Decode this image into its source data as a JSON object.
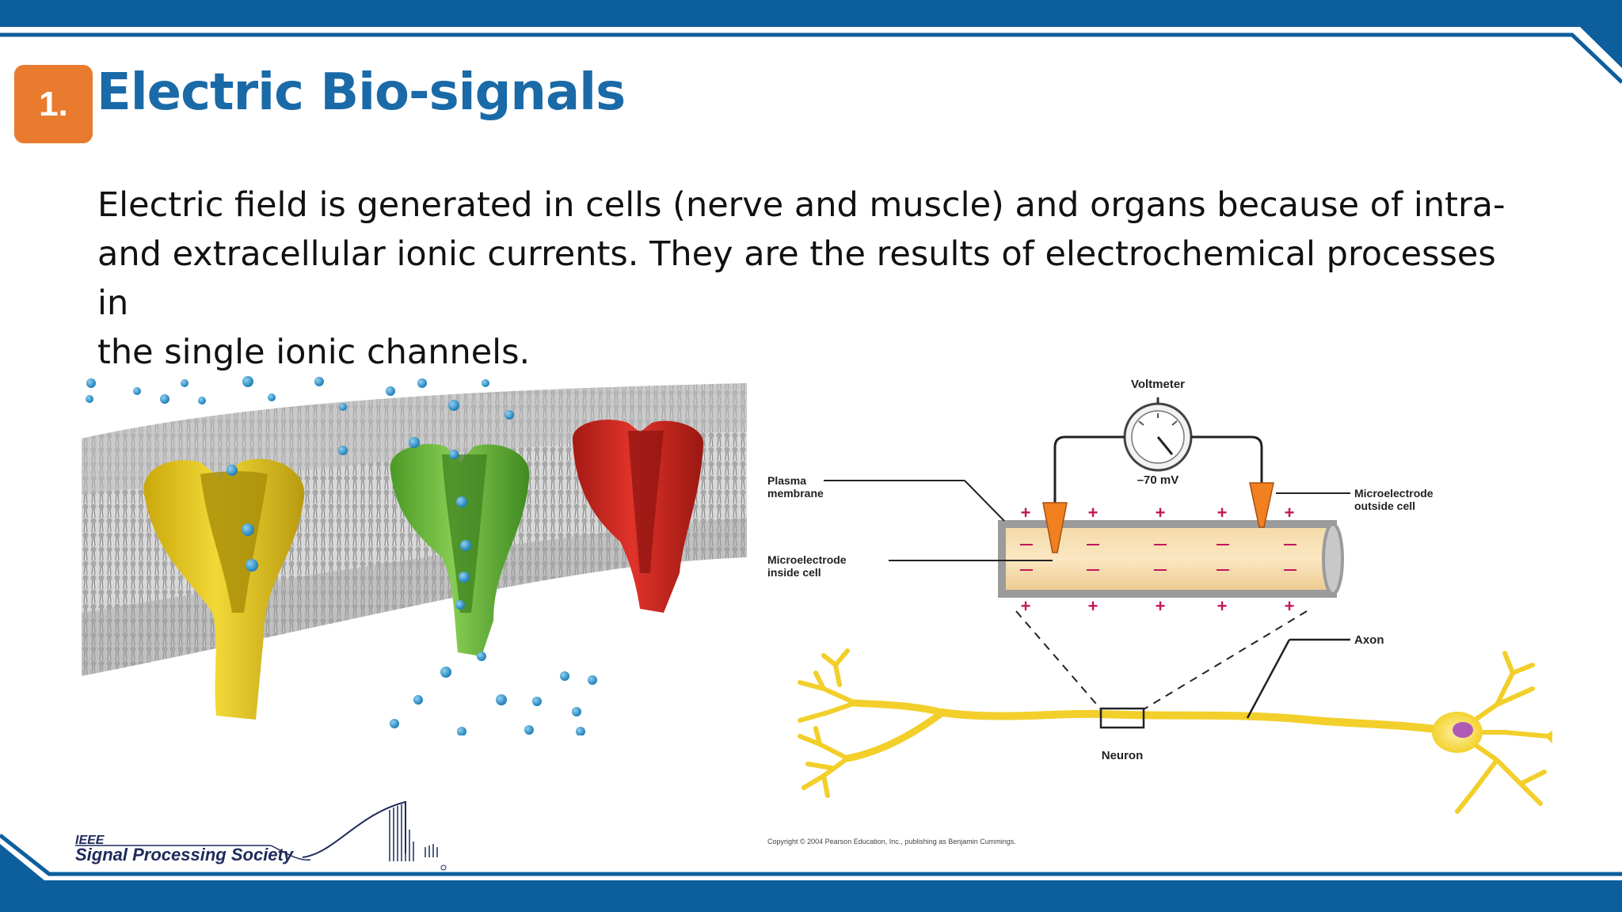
{
  "slide": {
    "number": "1.",
    "title": "Electric Bio-signals",
    "body_lines": [
      "Electric field is generated in cells (nerve and muscle) and organs because of intra-",
      "and extracellular ionic currents. They are the results of electrochemical processes in",
      "the single ionic channels."
    ]
  },
  "diagram": {
    "voltmeter": "Voltmeter",
    "voltage": "–70 mV",
    "plasma_membrane": [
      "Plasma",
      "membrane"
    ],
    "microelectrode_inside": [
      "Microelectrode",
      "inside cell"
    ],
    "microelectrode_outside": [
      "Microelectrode",
      "outside cell"
    ],
    "axon": "Axon",
    "neuron": "Neuron",
    "copyright": "Copyright © 2004 Pearson Education, Inc., publishing as Benjamin Cummings."
  },
  "logo": {
    "line1": "IEEE",
    "line2": "Signal Processing Society"
  },
  "colors": {
    "brand_blue": "#1a6aa8",
    "frame_blue": "#0d5e9c",
    "badge_orange": "#e87b2e",
    "channel_yellow": "#e8cc1f",
    "channel_green": "#6ab83a",
    "channel_red": "#d42a22"
  }
}
